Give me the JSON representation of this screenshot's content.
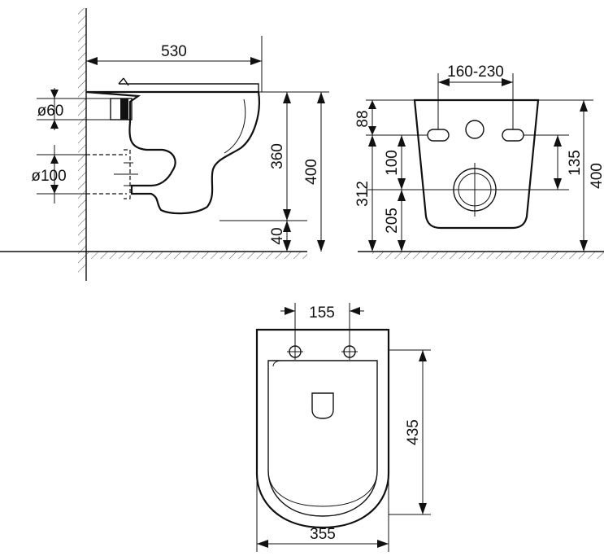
{
  "side_view": {
    "dim_width": "530",
    "dim_pipe_small": "ø60",
    "dim_pipe_large": "ø100",
    "dim_height_inner": "360",
    "dim_height_outer": "400",
    "dim_floor_gap": "40"
  },
  "rear_view": {
    "dim_bolt_spacing": "160-230",
    "dim_top_to_bolts": "88",
    "dim_bolt_to_outlet": "100",
    "dim_outlet_from_side": "312",
    "dim_outlet_from_floor": "205",
    "dim_bolts_to_outlet_right": "135",
    "dim_total_height": "400"
  },
  "top_view": {
    "dim_hole_spacing": "155",
    "dim_length": "435",
    "dim_width": "355"
  }
}
